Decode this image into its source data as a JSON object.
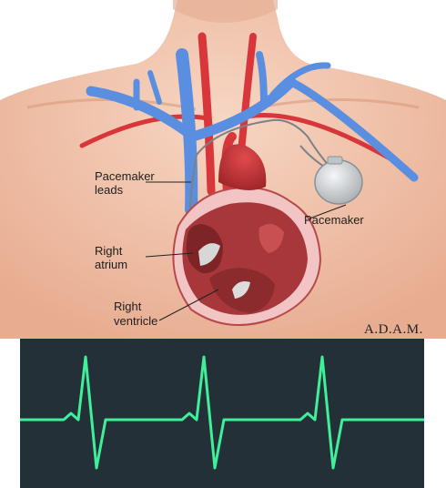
{
  "labels": {
    "leads_line1": "Pacemaker",
    "leads_line2": "leads",
    "pacemaker": "Pacemaker",
    "atrium_line1": "Right",
    "atrium_line2": "atrium",
    "ventricle_line1": "Right",
    "ventricle_line2": "ventricle"
  },
  "brand": "A.D.A.M.",
  "colors": {
    "skin": "#f2c7ae",
    "skin_shadow": "#e3a98c",
    "vein": "#5a8ee0",
    "artery": "#d8363a",
    "heart_muscle": "#c0393d",
    "monitor_bg": "#243038",
    "ecg_trace": "#3ff09a",
    "device": "#d9dcde"
  },
  "monitor": {
    "waveform": "ecg-trace",
    "beats": 3
  }
}
